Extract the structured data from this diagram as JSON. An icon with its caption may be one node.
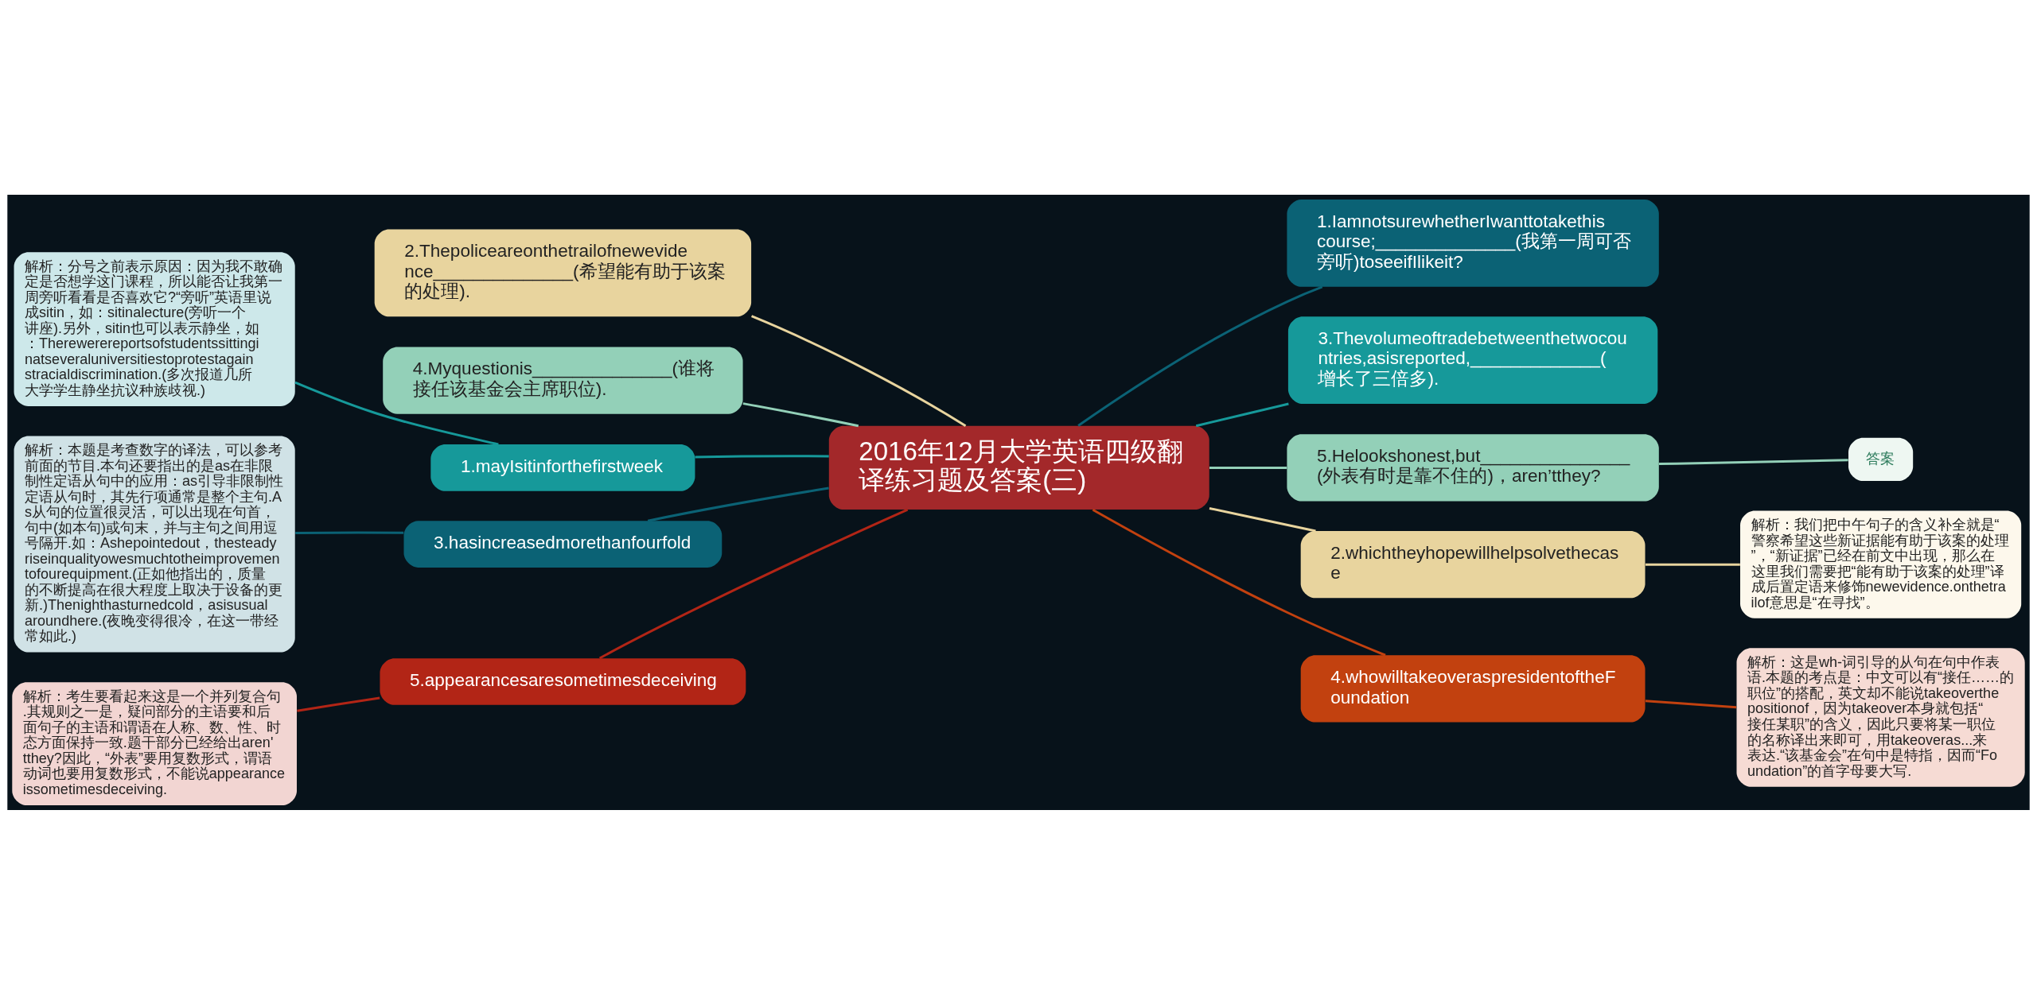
{
  "diagram": {
    "nodes": [
      {
        "text": [
          "2016年12月大学英语四级翻译练习题及答案(三)"
        ]
      },
      {
        "text": [
          "2.Thepoliceareonthetrailofnewevidence______________(希望能有助于该案的处理)."
        ]
      },
      {
        "text": [
          "1.IamnotsurewhetherIwanttotakethiscourse;______________(我第一周可否旁听)toseeifIlikeit?"
        ]
      },
      {
        "text": [
          "4.Myquestionis______________(谁将接任该基金会主席职位)."
        ]
      },
      {
        "text": [
          "3.Thevolumeoftradebetweenthetwocountries,asisreported,_____________(增长了三倍多)."
        ]
      },
      {
        "text": [
          "解析：分号之前表示原因：因为我不敢确定是否想学这门课程，所以能否让我第一周旁听看看是否喜欢它?“旁听”英语里说成sitin，如：sitinalecture(旁听一个讲座).另外，sitin也可以表示静坐，如：Therewerereportsofstudentssittinginatseveraluniversitiestoprotestagainstracialdiscrimination.(多次报道几所大学学生静坐抗议种族歧视.)"
        ]
      },
      {
        "text": [
          "1.mayIsitinforthefirstweek"
        ]
      },
      {
        "text": [
          "5.Helookshonest,but_______________(外表有时是靠不住的)，aren’tthey?"
        ]
      },
      {
        "text": [
          "答案"
        ]
      },
      {
        "text": [
          "解析：本题是考查数字的译法，可以参考前面的节目.本句还要指出的是as在非限制性定语从句中的应用：as引导非限制性定语从句时，其先行项通常是整个主句.As从句的位置很灵活，可以出现在句首，句中(如本句)或句末，并与主句之间用逗号隔开.如：Ashepointedout，thesteadyriseinqualityowesmuchtotheimprovementofourequipment.(正如他指出的，质量的不断提高在很大程度上取决于设备的更新.)Thenighthasturnedcold，asisusualaroundhere.(夜晚变得很冷，在这一带经常如此.)"
        ]
      },
      {
        "text": [
          "2.whichtheyhopewillhelpsolvethecase"
        ]
      },
      {
        "text": [
          "解析：我们把中午句子的含义补全就是“警察希望这些新证据能有助于该案的处理”，“新证据”已经在前文中出现，那么在这里我们需要把“能有助于该案的处理”译成后置定语来修饰newevidence.onthetrailof意思是“在寻找”。"
        ]
      },
      {
        "text": [
          "3.hasincreasedmorethanfourfold"
        ]
      },
      {
        "text": [
          "解析：这是wh-词引导的从句在句中作表语.本题的考点是：中文可以有“接任……的职位”的搭配，英文却不能说takeoverthepositionof，因为takeover本身就包括“接任某职”的含义，因此只要将某一职位的名称译出来即可，用takeoveras...来表达.“该基金会”在句中是特指，因而“Foundation”的首字母要大写."
        ]
      },
      {
        "text": [
          "4.whowilltakeoveraspresidentoftheFoundation"
        ]
      },
      {
        "text": [
          "解析：考生要看起来这是一个并列复合句.其规则之一是，疑问部分的主语要和后面句子的主语和谓语在人称、数、性、时态方面保持一致.题干部分已经给出aren'tthey?因此，“外表”要用复数形式，谓语动词也要用复数形式，不能说appearanceissometimesdeceiving."
        ]
      },
      {
        "text": [
          "5.appearancesaresometimesdeceiving"
        ]
      }
    ],
    "edges": [
      {
        "from": 0,
        "to": 1,
        "arrow": "none",
        "color": "#e8d49e"
      },
      {
        "from": 0,
        "to": 2,
        "arrow": "none",
        "color": "#0b6275"
      },
      {
        "from": 0,
        "to": 3,
        "arrow": "none",
        "color": "#93d0b8"
      },
      {
        "from": 0,
        "to": 4,
        "arrow": "none",
        "color": "#16999a"
      },
      {
        "from": 0,
        "to": 6,
        "arrow": "none",
        "color": "#16999a"
      },
      {
        "from": 6,
        "to": 5,
        "arrow": "none",
        "color": "#16999a"
      },
      {
        "from": 0,
        "to": 7,
        "arrow": "none",
        "color": "#93d0b8"
      },
      {
        "from": 7,
        "to": 8,
        "arrow": "none",
        "color": "#93d0b8"
      },
      {
        "from": 0,
        "to": 10,
        "arrow": "none",
        "color": "#e8d49e"
      },
      {
        "from": 10,
        "to": 11,
        "arrow": "none",
        "color": "#e8d49e"
      },
      {
        "from": 0,
        "to": 12,
        "arrow": "none",
        "color": "#0b6275"
      },
      {
        "from": 12,
        "to": 9,
        "arrow": "none",
        "color": "#0b6275"
      },
      {
        "from": 0,
        "to": 14,
        "arrow": "none",
        "color": "#c2410f"
      },
      {
        "from": 14,
        "to": 13,
        "arrow": "none",
        "color": "#c2410f"
      },
      {
        "from": 0,
        "to": 16,
        "arrow": "none",
        "color": "#b22516"
      },
      {
        "from": 16,
        "to": 15,
        "arrow": "none",
        "color": "#b22516"
      }
    ]
  }
}
